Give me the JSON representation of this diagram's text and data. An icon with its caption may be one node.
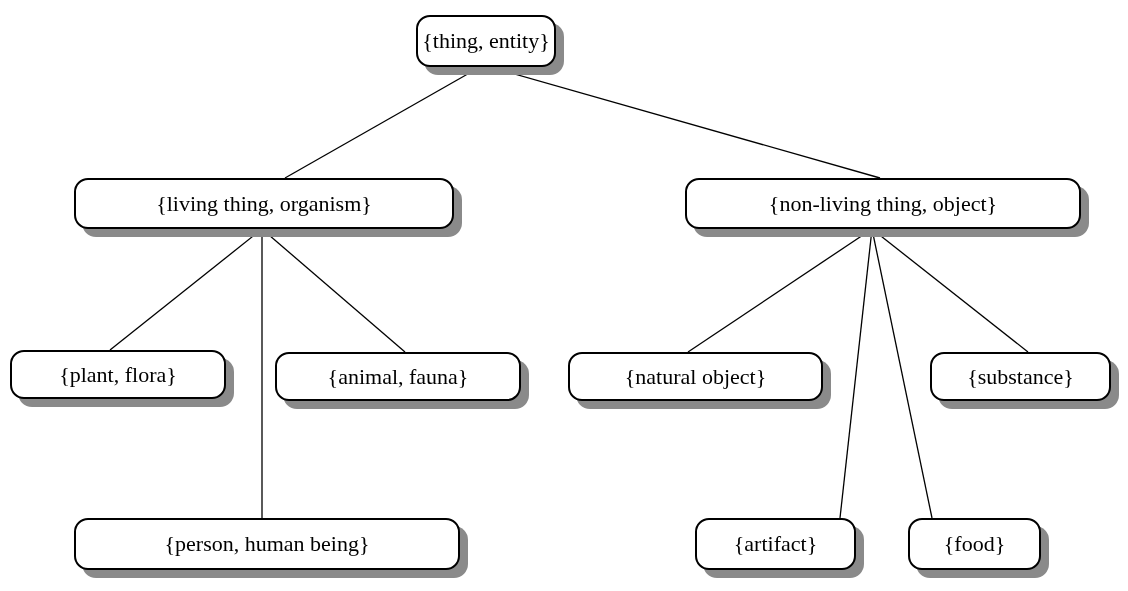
{
  "diagram": {
    "nodes": [
      {
        "text": [
          "{thing, entity}"
        ]
      },
      {
        "text": [
          "{living thing, organism}"
        ]
      },
      {
        "text": [
          "{non-living thing, object}"
        ]
      },
      {
        "text": [
          "{plant, flora}"
        ]
      },
      {
        "text": [
          "{animal, fauna}"
        ]
      },
      {
        "text": [
          "{natural object}"
        ]
      },
      {
        "text": [
          "{substance}"
        ]
      },
      {
        "text": [
          "{person, human being}"
        ]
      },
      {
        "text": [
          "{artifact}"
        ]
      },
      {
        "text": [
          "{food}"
        ]
      }
    ],
    "edges": [
      {
        "from": 0,
        "to": 1,
        "arrow": "none"
      },
      {
        "from": 0,
        "to": 2,
        "arrow": "none"
      },
      {
        "from": 1,
        "to": 3,
        "arrow": "none"
      },
      {
        "from": 1,
        "to": 4,
        "arrow": "none"
      },
      {
        "from": 1,
        "to": 7,
        "arrow": "none"
      },
      {
        "from": 2,
        "to": 5,
        "arrow": "none"
      },
      {
        "from": 2,
        "to": 8,
        "arrow": "none"
      },
      {
        "from": 2,
        "to": 9,
        "arrow": "none"
      },
      {
        "from": 2,
        "to": 6,
        "arrow": "none"
      }
    ]
  }
}
